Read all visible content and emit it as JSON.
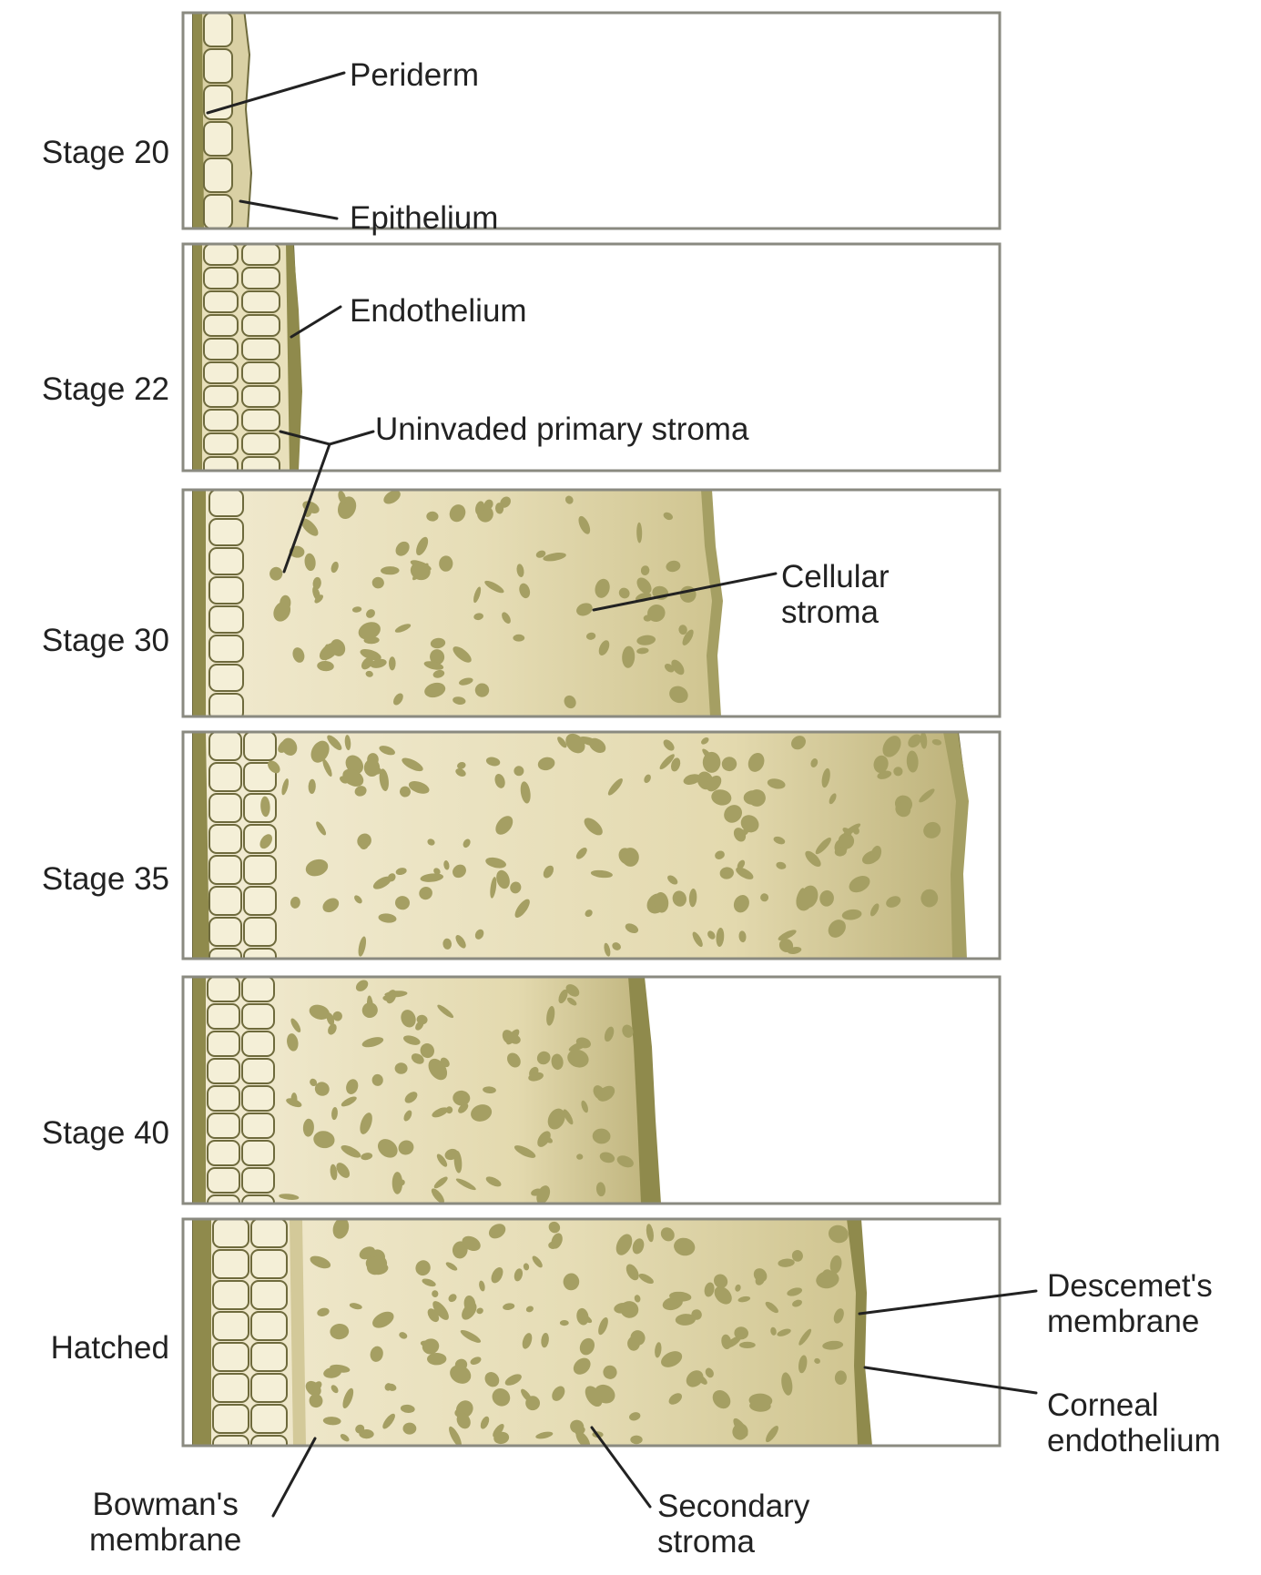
{
  "stages": {
    "stage20": "Stage 20",
    "stage22": "Stage 22",
    "stage30": "Stage 30",
    "stage35": "Stage 35",
    "stage40": "Stage 40",
    "hatched": "Hatched"
  },
  "labels": {
    "periderm": "Periderm",
    "epithelium": "Epithelium",
    "endothelium": "Endothelium",
    "uninvaded_primary_stroma": "Uninvaded primary stroma",
    "cellular_stroma": [
      "Cellular",
      "stroma"
    ],
    "descemets_membrane": [
      "Descemet's",
      "membrane"
    ],
    "corneal_endothelium": [
      "Corneal",
      "endothelium"
    ],
    "bowmans_membrane": [
      "Bowman's",
      "membrane"
    ],
    "secondary_stroma": [
      "Secondary",
      "stroma"
    ]
  },
  "colors": {
    "tissue_light": "#eee6c3",
    "tissue_mid": "#cfc493",
    "tissue_dark": "#8f8a4c",
    "cell_fill": "#f4efd7",
    "outline": "#6e6a3c"
  }
}
